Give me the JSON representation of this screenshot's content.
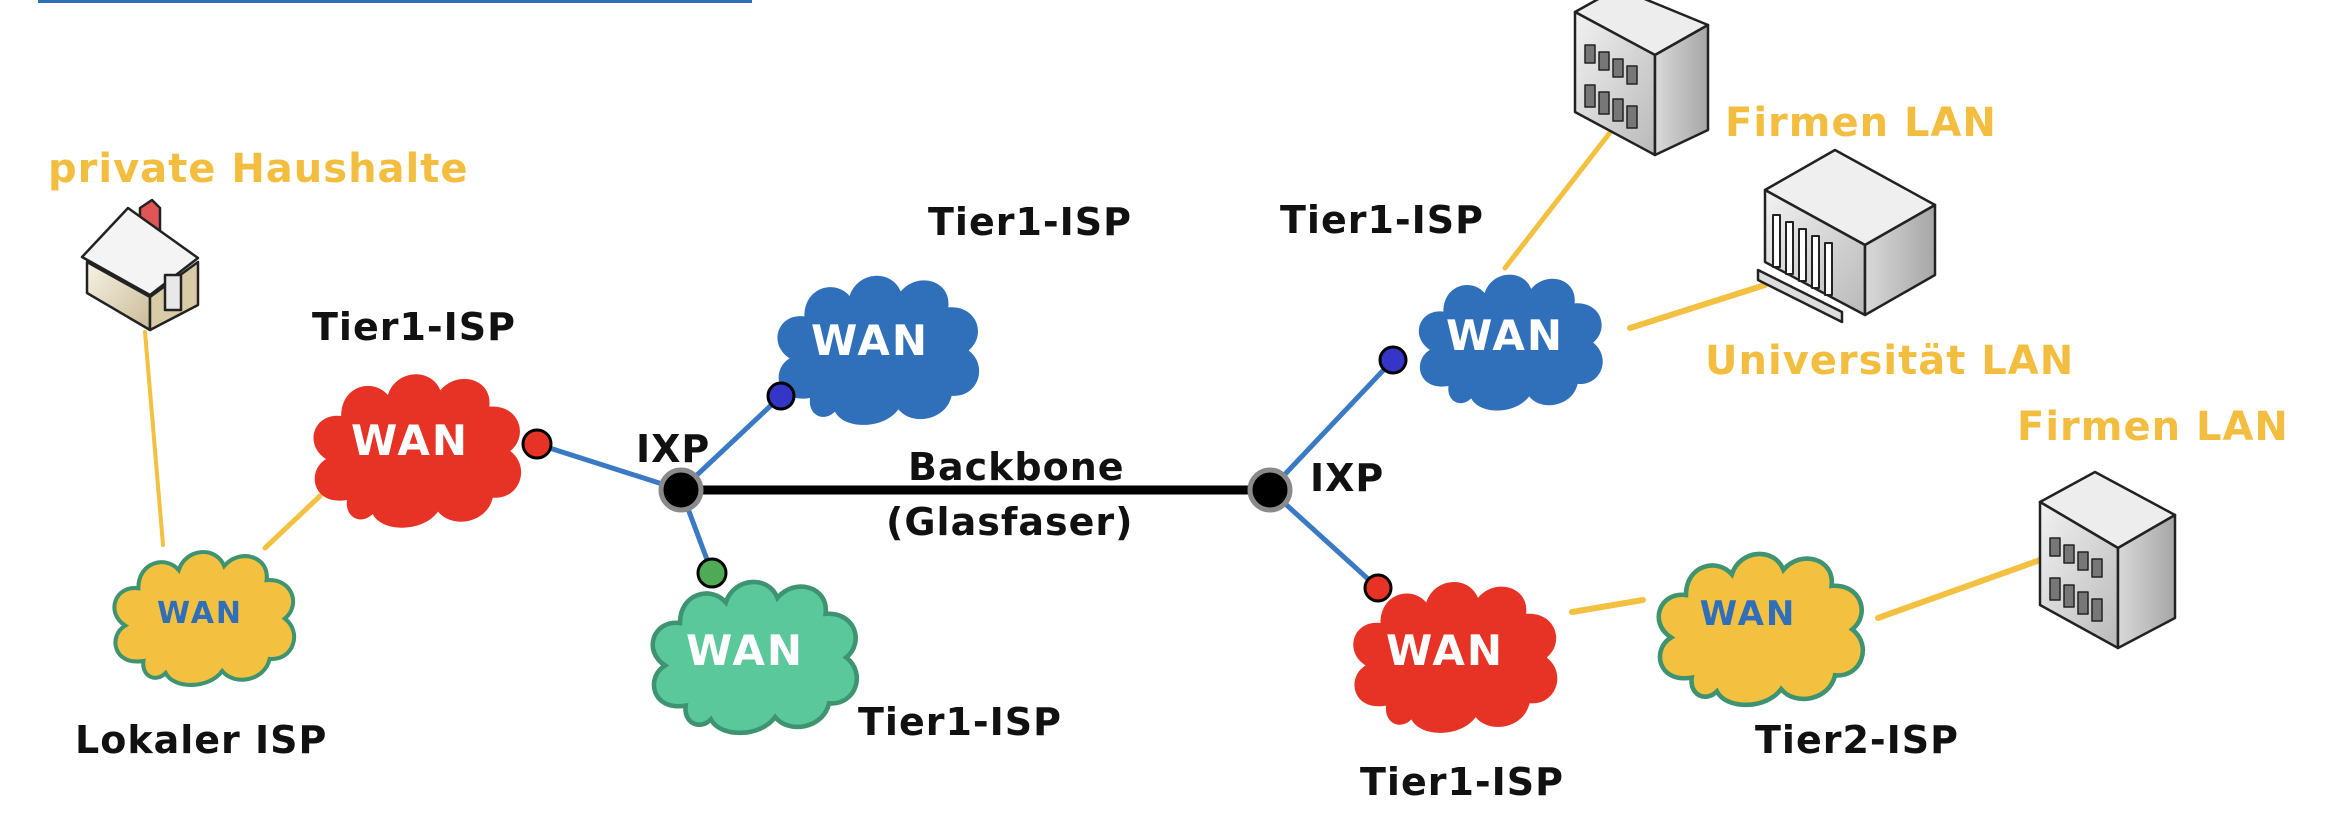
{
  "colors": {
    "top_rule": "#2F6FBA",
    "link_blue": "#3A7AC4",
    "link_yellow": "#F3C040",
    "backbone": "#000000",
    "ixp_fill": "#000000",
    "ixp_ring": "#8A8A8A",
    "cloud_red": "#E63325",
    "cloud_blue": "#3070BA",
    "cloud_green": "#5AC89A",
    "cloud_green_edge": "#3E9370",
    "cloud_yellow": "#F3C040",
    "cloud_yellow_edge": "#3E9370",
    "label_yellow": "#F3BE3F",
    "wan_white": "#FFFFFF",
    "wan_blue": "#2F6FBA"
  },
  "labels": {
    "private_households": "private Haushalte",
    "local_isp": "Lokaler ISP",
    "tier1_left": "Tier1-ISP",
    "tier1_top_center": "Tier1-ISP",
    "tier1_bottom_center": "Tier1-ISP",
    "tier1_top_right": "Tier1-ISP",
    "tier1_bottom_right": "Tier1-ISP",
    "tier2": "Tier2-ISP",
    "ixp_left": "IXP",
    "ixp_right": "IXP",
    "backbone_line1": "Backbone",
    "backbone_line2": "(Glasfaser)",
    "company_lan_top": "Firmen LAN",
    "university_lan": "Universität LAN",
    "company_lan_right": "Firmen LAN"
  },
  "clouds": [
    {
      "id": "local-isp",
      "text": "WAN",
      "kind": "yellow"
    },
    {
      "id": "tier1-left",
      "text": "WAN",
      "kind": "red"
    },
    {
      "id": "tier1-top-center",
      "text": "WAN",
      "kind": "blue"
    },
    {
      "id": "tier1-bottom-center",
      "text": "WAN",
      "kind": "green"
    },
    {
      "id": "tier1-top-right",
      "text": "WAN",
      "kind": "blue"
    },
    {
      "id": "tier1-bottom-right",
      "text": "WAN",
      "kind": "red"
    },
    {
      "id": "tier2",
      "text": "WAN",
      "kind": "yellow"
    }
  ],
  "icons": {
    "house": "house-icon",
    "office_top": "office-building-icon",
    "university": "university-building-icon",
    "office_right": "office-building-icon"
  }
}
